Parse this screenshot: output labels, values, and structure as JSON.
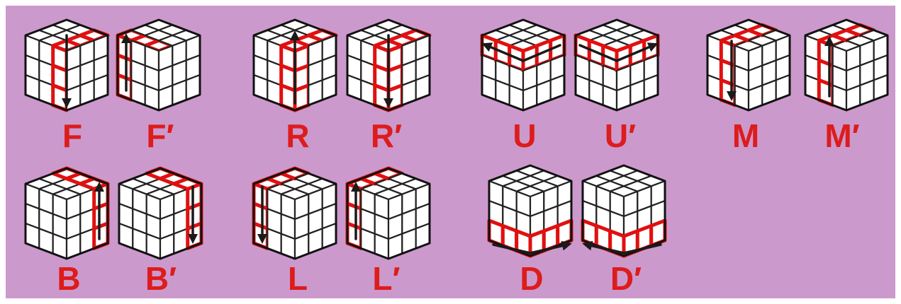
{
  "background_color": "#cc99cc",
  "accent_color": "#e01010",
  "arrow_color": "#1a1a1a",
  "cube_face_color": "#ffffff",
  "moves": [
    {
      "id": "F",
      "label": "F",
      "highlight": "front-right-col",
      "arrow": "down"
    },
    {
      "id": "Fp",
      "label": "F′",
      "highlight": "front-left-col",
      "arrow": "up"
    },
    {
      "id": "R",
      "label": "R",
      "highlight": "right-layer",
      "arrow": "up"
    },
    {
      "id": "Rp",
      "label": "R′",
      "highlight": "right-layer",
      "arrow": "down"
    },
    {
      "id": "U",
      "label": "U",
      "highlight": "top-layer",
      "arrow": "left"
    },
    {
      "id": "Up",
      "label": "U′",
      "highlight": "top-layer",
      "arrow": "right"
    },
    {
      "id": "M",
      "label": "M",
      "highlight": "middle-layer",
      "arrow": "down"
    },
    {
      "id": "Mp",
      "label": "M′",
      "highlight": "middle-layer",
      "arrow": "up"
    },
    {
      "id": "B",
      "label": "B",
      "highlight": "back-layer",
      "arrow": "up"
    },
    {
      "id": "Bp",
      "label": "B′",
      "highlight": "back-layer",
      "arrow": "down"
    },
    {
      "id": "L",
      "label": "L",
      "highlight": "left-layer",
      "arrow": "down"
    },
    {
      "id": "Lp",
      "label": "L′",
      "highlight": "left-layer",
      "arrow": "up"
    },
    {
      "id": "D",
      "label": "D",
      "highlight": "bottom-layer",
      "arrow": "right"
    },
    {
      "id": "Dp",
      "label": "D′",
      "highlight": "bottom-layer",
      "arrow": "left"
    }
  ]
}
